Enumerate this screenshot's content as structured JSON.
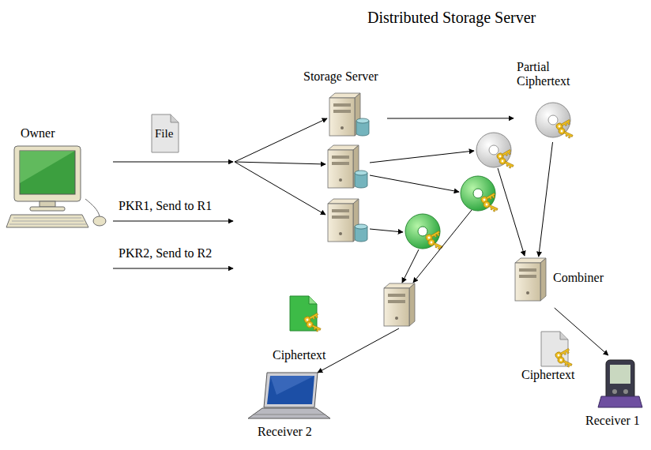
{
  "diagram": {
    "nodes": [
      {
        "text": [
          "Distributed Storage Server"
        ]
      },
      {
        "text": [
          "Owner"
        ]
      },
      {
        "text": [
          "Storage Server"
        ],
        "in": 0
      },
      {
        "text": [
          "Partial Ciphertext"
        ],
        "in": 0
      },
      {
        "text": [
          "Combiner"
        ],
        "in": 0
      },
      {
        "text": [
          "Ciphertext"
        ]
      },
      {
        "text": [
          "Ciphertext"
        ]
      },
      {
        "text": [
          "Receiver 2"
        ]
      },
      {
        "text": [
          "Receiver 1"
        ]
      }
    ],
    "edges": [
      {
        "from": 1,
        "to": 0,
        "label": "File",
        "arrow": "to"
      },
      {
        "from": 1,
        "to": 0,
        "label": "PKR1, Send to R1",
        "arrow": "to"
      },
      {
        "from": 1,
        "to": 0,
        "label": "PKR2, Send to R2",
        "arrow": "to"
      },
      {
        "from": 2,
        "to": 3,
        "arrow": "to"
      },
      {
        "from": 3,
        "to": 4,
        "arrow": "to"
      },
      {
        "from": 4,
        "to": 8,
        "arrow": "to"
      }
    ]
  }
}
